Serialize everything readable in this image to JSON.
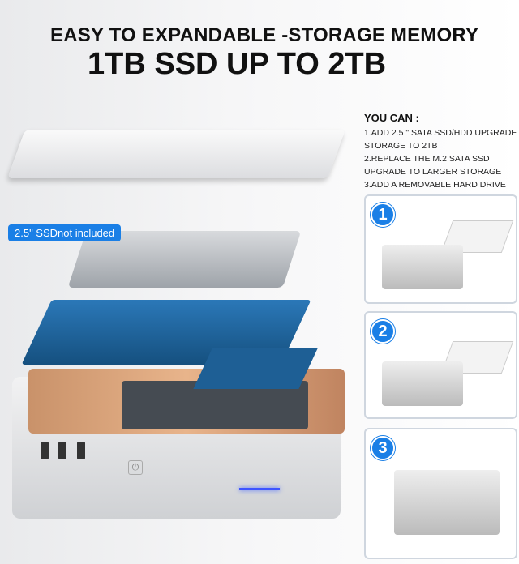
{
  "headline": "EASY TO EXPANDABLE -STORAGE MEMORY",
  "subheadline": "1TB SSD UP TO 2TB",
  "you_can": {
    "title": "YOU CAN :",
    "lines": [
      "1.ADD 2.5 \" SATA SSD/HDD UPGRADE",
      "STORAGE TO 2TB",
      "2.REPLACE THE M.2 SATA SSD",
      "UPGRADE TO LARGER STORAGE",
      "3.ADD A REMOVABLE HARD DRIVE"
    ]
  },
  "badge": "2.5\" SSDnot included",
  "steps": [
    "1",
    "2",
    "3"
  ],
  "colors": {
    "accent": "#1a7fe6",
    "led": "#3e55ff"
  }
}
